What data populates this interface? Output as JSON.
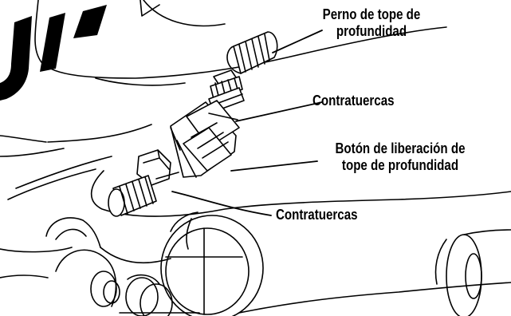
{
  "callouts": {
    "depth_stop_bolt": [
      "Perno de tope de",
      "profundidad"
    ],
    "lock_nuts_upper": "Contratuercas",
    "release_button": [
      "Botón de liberación de",
      "tope de profundidad"
    ],
    "lock_nuts_lower": "Contratuercas"
  },
  "colors": {
    "ink": "#000000",
    "paper": "#ffffff"
  }
}
